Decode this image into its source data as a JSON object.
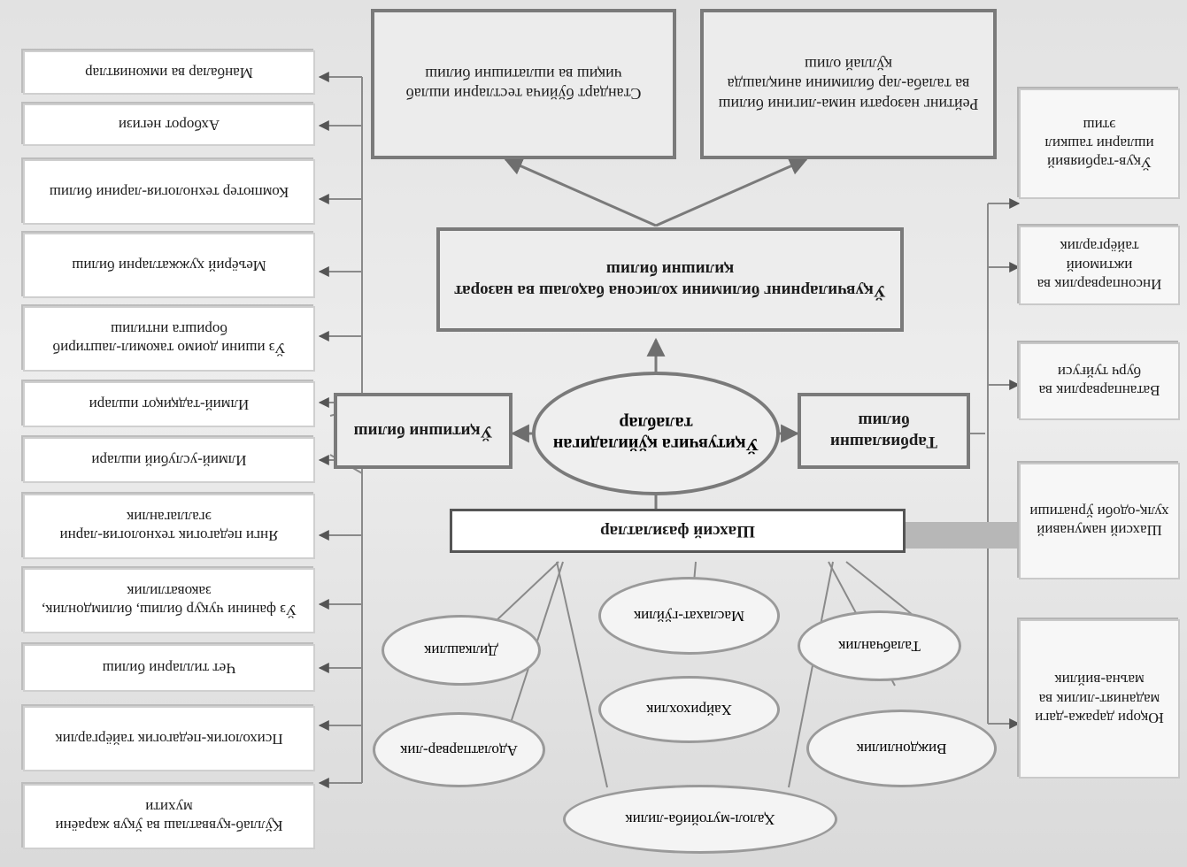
{
  "center": {
    "label": "Ўқитувчига қўйиладиган талаблар"
  },
  "middle_boxes": {
    "assessment": "Ўқувчиларнинг билимини холисона баҳолаш ва назорат қилишни билиш",
    "educational": "Тарбиялашни билиш",
    "teaching": "Ўқитишни билиш",
    "personal": "Шахсий фазилатлар"
  },
  "top_boxes": {
    "standard": "Стандарт бўйича тестларни ишлаб чиқиш ва ишлатишни билиш",
    "rating": "Рейтинг назорати нима-лигини билиш ва талаба-лар билимини аниқлашда қўллай олиш"
  },
  "teaching_items": [
    "Қўллаб-қувватлаш ва ўқув жараёни мухити",
    "Психологик-педагогик тайёргарлик",
    "Чет тилларни билиш",
    "Ўз фанини чуқур билиш, билимдонлик, заковатлилик",
    "Янги педагогик технология-ларни эгаллаганлик",
    "Илмий-услубий ишлари",
    "Илмий-тадқиқот ишлари",
    "Ўз ишини доимо такомил-лаштириб боришга интилиш",
    "Меъёрий ҳужжатларни билиш",
    "Компютер технология-ларини билиш",
    "Ахборот негизи",
    "Манбалар ва имкониятлар"
  ],
  "educational_items": [
    "Юқори даража-даги маданият-лилик ва маъна-вийлик",
    "Шахсий намунавий хулқ-одоби ўрнатиши",
    "Ватанпарварлик ва бурч туйғуси",
    "Инсонпарварлик ва ижтимоий тайёргарлик",
    "Ўқув-тарбиявий ишларни ташкил этиш"
  ],
  "personal_traits": [
    "Маслахат-гўйлик",
    "Дилкашлик",
    "Адолатпарвар-лик",
    "Ҳалол-мутойиба-лилик",
    "Хайрихохлик",
    "Талабчанлик",
    "Виждонлилик"
  ]
}
